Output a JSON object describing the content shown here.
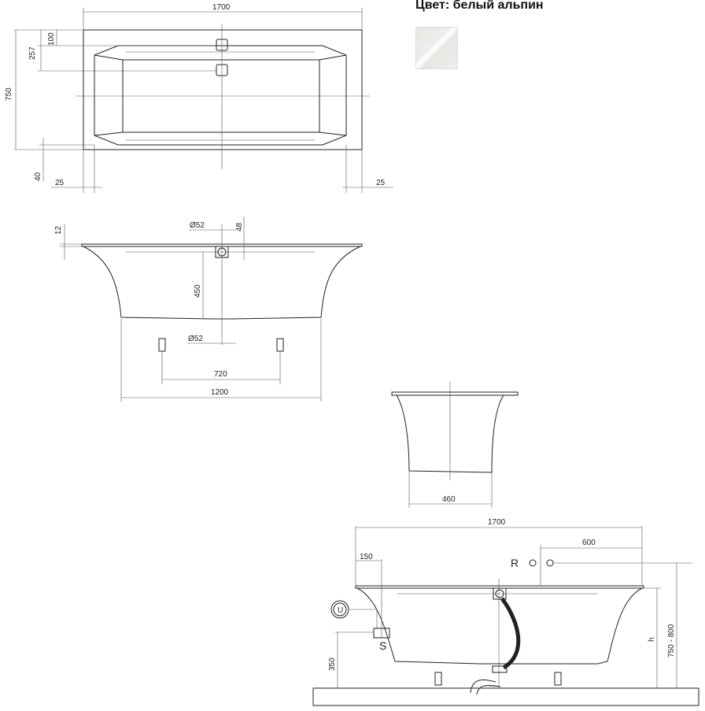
{
  "color_label": "Цвет: белый альпин",
  "color_swatch_hex": "#ececea",
  "top_view": {
    "length": "1700",
    "dim_100": "100",
    "dim_257": "257",
    "width": "750",
    "dim_40": "40",
    "dim_25_left": "25",
    "dim_25_right": "25"
  },
  "side_view": {
    "dim_12": "12",
    "overflow_diameter": "Ø52",
    "dim_48": "48",
    "dim_450": "450",
    "drain_diameter": "Ø52",
    "feet_spacing": "720",
    "bottom_length": "1200"
  },
  "end_view": {
    "bottom_width": "460"
  },
  "installation_view": {
    "length": "1700",
    "dim_600": "600",
    "dim_150": "150",
    "label_r": "R",
    "label_u": "U",
    "label_s": "S",
    "dim_350": "350",
    "label_h": "h",
    "height_range": "750 - 800"
  }
}
